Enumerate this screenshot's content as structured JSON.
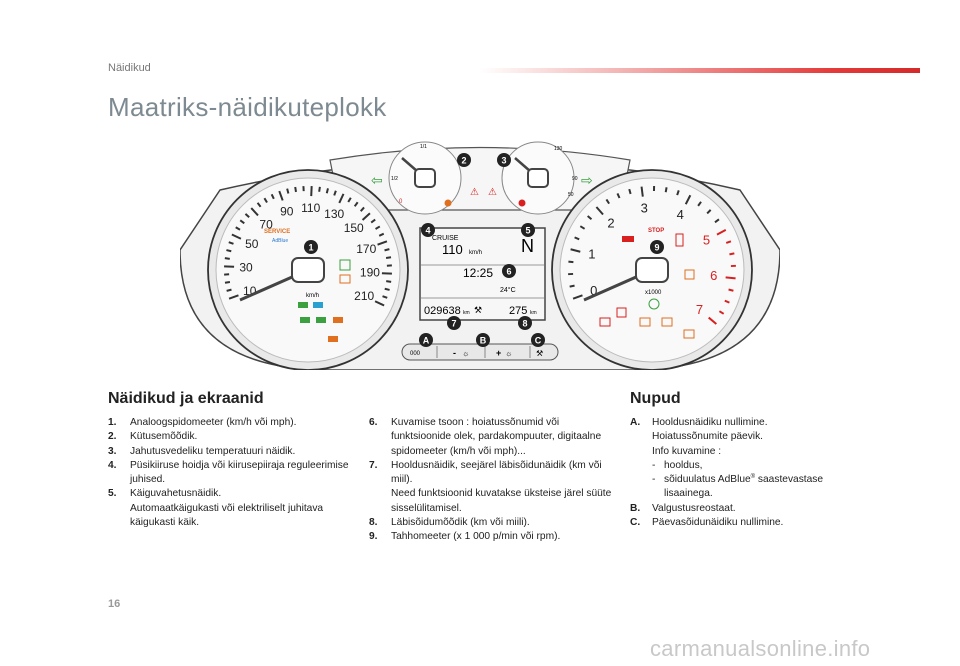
{
  "header": {
    "section": "Näidikud",
    "title": "Maatriks-näidikuteplokk"
  },
  "cluster": {
    "speed_ticks": [
      "10",
      "30",
      "50",
      "70",
      "90",
      "110",
      "130",
      "150",
      "170",
      "190",
      "210"
    ],
    "speed_unit": "km/h",
    "service_label": "SERVICE",
    "adblue_label": "AdBlue",
    "rev_ticks": [
      "0",
      "1",
      "2",
      "3",
      "4",
      "5",
      "6",
      "7"
    ],
    "rev_unit": "x1000",
    "stop_label": "STOP",
    "fuel_marks": [
      "0",
      "1/2",
      "1/1"
    ],
    "temp_marks": [
      "50",
      "90",
      "130"
    ],
    "display": {
      "cruise": "CRUISE",
      "speed_value": "110",
      "speed_unit": "km/h",
      "gear": "N",
      "time": "12:25",
      "temperature": "24°C",
      "odometer": "029638",
      "odometer_unit": "km",
      "service_distance": "275",
      "service_unit": "km"
    },
    "callouts": [
      "1",
      "2",
      "3",
      "4",
      "5",
      "6",
      "7",
      "8",
      "9",
      "A",
      "B",
      "C"
    ],
    "buttons": {
      "a": "000",
      "b_minus": "-",
      "b_plus": "+"
    }
  },
  "left": {
    "heading": "Näidikud ja ekraanid",
    "items": [
      {
        "num": "1.",
        "text": "Analoogspidomeeter (km/h või mph)."
      },
      {
        "num": "2.",
        "text": "Kütusemõõdik."
      },
      {
        "num": "3.",
        "text": "Jahutusvedeliku temperatuuri näidik."
      },
      {
        "num": "4.",
        "text": "Püsikiiruse hoidja või kiirusepiiraja reguleerimise juhised."
      },
      {
        "num": "5.",
        "text": "Käiguvahetusnäidik.",
        "text2": "Automaatkäigukasti või elektriliselt juhitava käigukasti käik."
      }
    ]
  },
  "middle": {
    "items": [
      {
        "num": "6.",
        "text": "Kuvamise tsoon : hoiatussõnumid või funktsioonide olek, pardakompuuter, digitaalne spidomeeter (km/h või mph)..."
      },
      {
        "num": "7.",
        "text": "Hooldusnäidik, seejärel läbisõidunäidik (km või miil).",
        "text2": "Need funktsioonid kuvatakse üksteise järel süüte sisselülitamisel."
      },
      {
        "num": "8.",
        "text": "Läbisõidumõõdik (km või miili)."
      },
      {
        "num": "9.",
        "text": "Tahhomeeter (x 1 000 p/min või rpm)."
      }
    ]
  },
  "right": {
    "heading": "Nupud",
    "items": [
      {
        "num": "A.",
        "text": "Hooldusnäidiku nullimine.",
        "text2": "Hoiatussõnumite päevik.",
        "text3": "Info kuvamine :",
        "subs": [
          {
            "dash": "-",
            "text": "hooldus,"
          },
          {
            "dash": "-",
            "text_pre": "sõiduulatus AdBlue",
            "sup": "®",
            "text_post": " saastevastase lisaainega."
          }
        ]
      },
      {
        "num": "B.",
        "text": "Valgustusreostaat."
      },
      {
        "num": "C.",
        "text": "Päevasõidunäidiku nullimine."
      }
    ]
  },
  "footer": {
    "page": "16",
    "watermark": "carmanualsonline.info"
  }
}
